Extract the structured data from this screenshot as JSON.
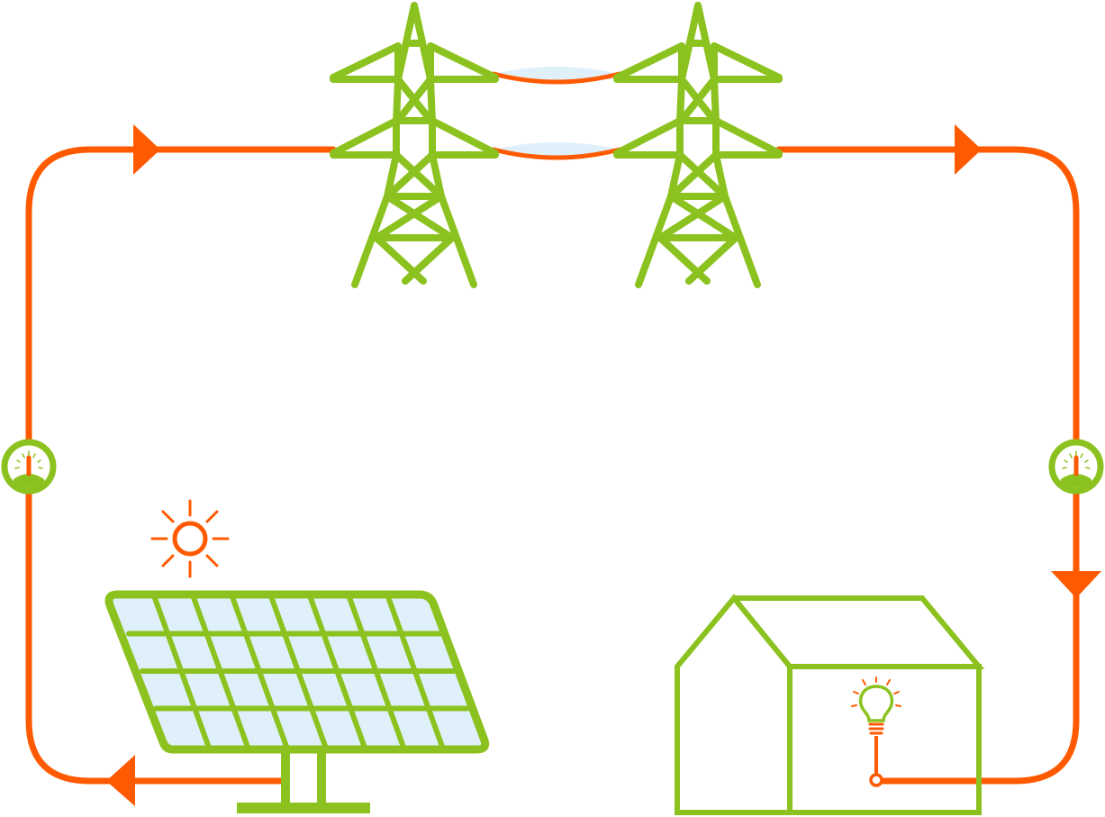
{
  "colors": {
    "wire": "#ff5a00",
    "structure": "#8cc21f",
    "glass": "#dff0fa",
    "background": "#ffffff"
  },
  "components": {
    "source": {
      "icon": "solar-panel-icon",
      "extra_icon": "sun-icon"
    },
    "transmission": {
      "icon": "transmission-tower-icon",
      "count": 2
    },
    "load": {
      "icon": "house-icon",
      "extra_icon": "light-bulb-icon"
    },
    "meters": {
      "icon": "electric-meter-icon",
      "count": 2
    }
  },
  "flow": {
    "direction": "clockwise",
    "arrow_icon": "arrow-icon",
    "arrow_count": 4
  }
}
